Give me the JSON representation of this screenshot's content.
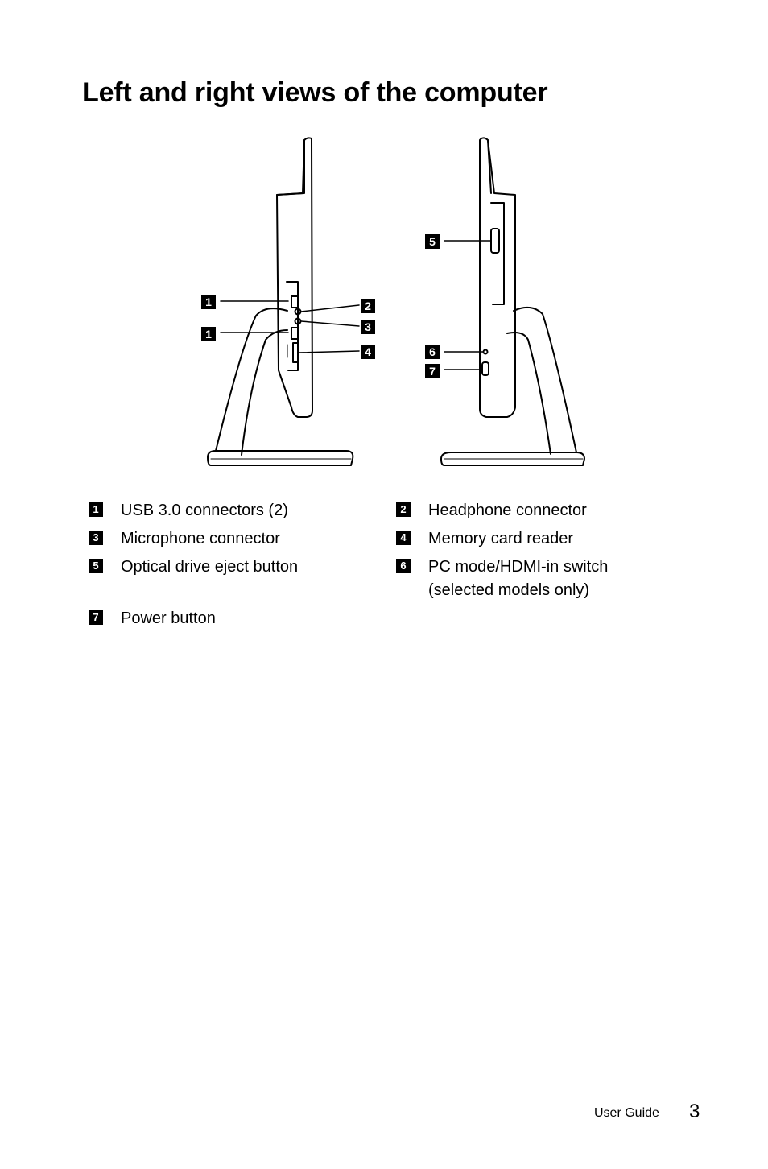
{
  "page": {
    "title": "Left and right views of the computer"
  },
  "figure": {
    "callouts": [
      "1",
      "1",
      "2",
      "3",
      "4",
      "5",
      "6",
      "7"
    ]
  },
  "legend": [
    {
      "num": "1",
      "text": "USB 3.0 connectors (2)"
    },
    {
      "num": "2",
      "text": "Headphone connector"
    },
    {
      "num": "3",
      "text": "Microphone connector"
    },
    {
      "num": "4",
      "text": "Memory card reader"
    },
    {
      "num": "5",
      "text": "Optical drive eject button"
    },
    {
      "num": "6",
      "text": "PC mode/HDMI-in switch (selected models only)"
    },
    {
      "num": "7",
      "text": "Power button"
    }
  ],
  "footer": {
    "label": "User Guide",
    "page_number": "3"
  }
}
